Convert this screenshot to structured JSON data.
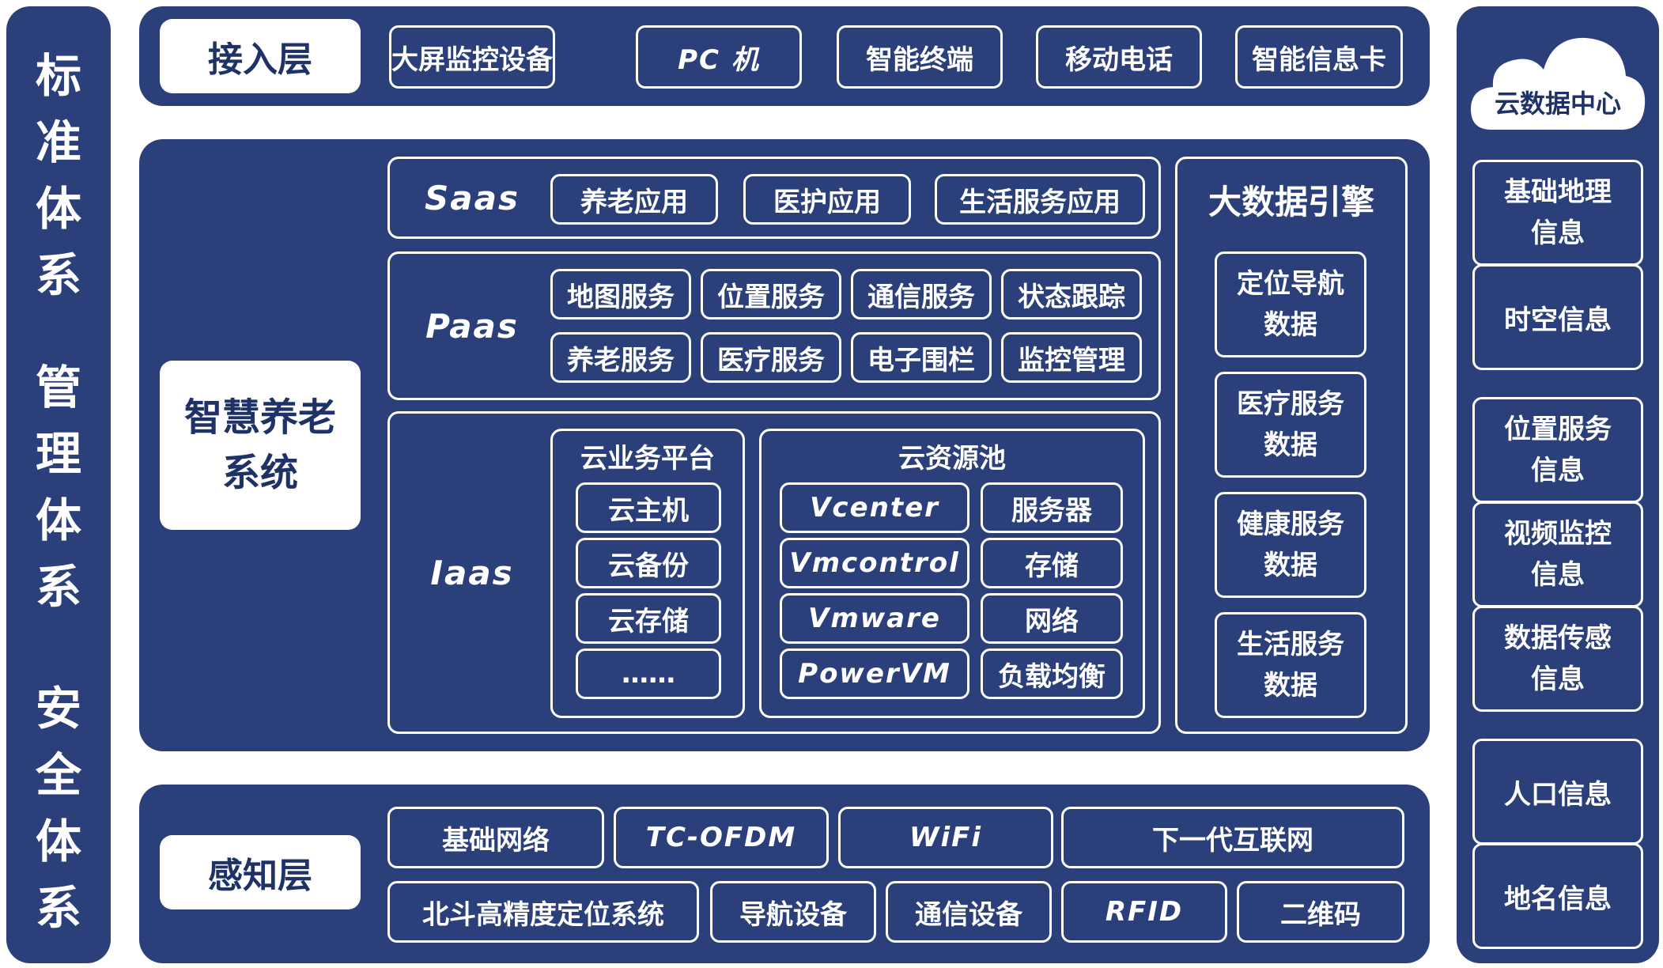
{
  "left_column": {
    "groups": [
      [
        "标",
        "准",
        "体",
        "系"
      ],
      [
        "管",
        "理",
        "体",
        "系"
      ],
      [
        "安",
        "全",
        "体",
        "系"
      ]
    ]
  },
  "access_layer": {
    "title": "接入层",
    "items": [
      "大屏监控设备",
      "PC 机",
      "智能终端",
      "移动电话",
      "智能信息卡"
    ]
  },
  "system": {
    "title_line1": "智慧养老",
    "title_line2": "系统",
    "saas": {
      "label": "Saas",
      "items": [
        "养老应用",
        "医护应用",
        "生活服务应用"
      ]
    },
    "paas": {
      "label": "Paas",
      "items": [
        "地图服务",
        "位置服务",
        "通信服务",
        "状态跟踪",
        "养老服务",
        "医疗服务",
        "电子围栏",
        "监控管理"
      ]
    },
    "iaas": {
      "label": "Iaas",
      "platform": {
        "title": "云业务平台",
        "items": [
          "云主机",
          "云备份",
          "云存储",
          "……"
        ]
      },
      "pool": {
        "title": "云资源池",
        "left": [
          "Vcenter",
          "Vmcontrol",
          "Vmware",
          "PowerVM"
        ],
        "right": [
          "服务器",
          "存储",
          "网络",
          "负载均衡"
        ]
      }
    },
    "engine": {
      "title": "大数据引擎",
      "items": [
        [
          "定位导航",
          "数据"
        ],
        [
          "医疗服务",
          "数据"
        ],
        [
          "健康服务",
          "数据"
        ],
        [
          "生活服务",
          "数据"
        ]
      ]
    }
  },
  "perception_layer": {
    "title": "感知层",
    "row1": [
      "基础网络",
      "TC-OFDM",
      "WiFi",
      "下一代互联网"
    ],
    "row2": [
      "北斗高精度定位系统",
      "导航设备",
      "通信设备",
      "RFID",
      "二维码"
    ]
  },
  "cloud": {
    "title": "云数据中心",
    "items": [
      [
        "基础地理",
        "信息"
      ],
      [
        "时空信息"
      ],
      [
        "位置服务",
        "信息"
      ],
      [
        "视频监控",
        "信息"
      ],
      [
        "数据传感",
        "信息"
      ],
      [
        "人口信息"
      ],
      [
        "地名信息"
      ]
    ]
  }
}
